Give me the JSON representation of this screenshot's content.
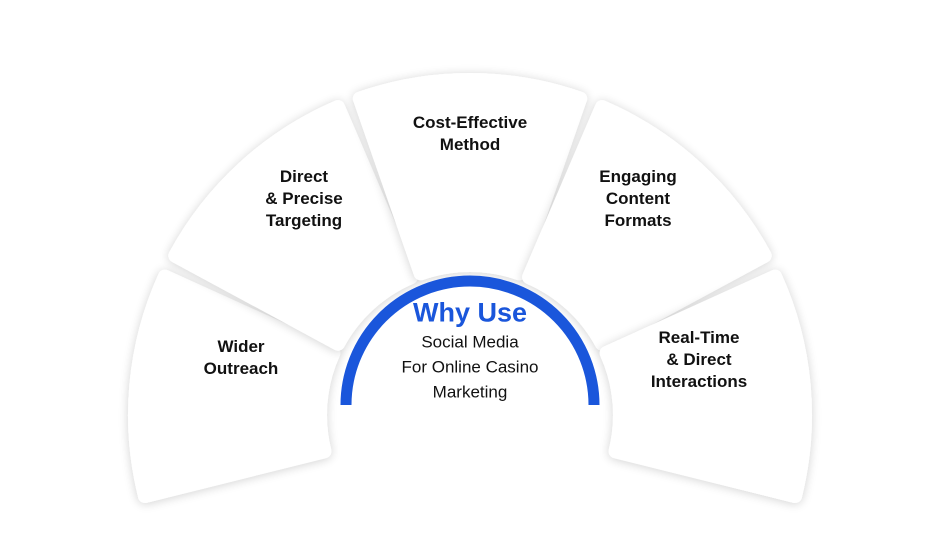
{
  "center": {
    "heading": "Why Use",
    "lines": [
      "Social Media",
      "For Online Casino",
      "Marketing"
    ]
  },
  "segments": [
    {
      "lines": [
        "Wider",
        "Outreach"
      ]
    },
    {
      "lines": [
        "Direct",
        "& Precise",
        "Targeting"
      ]
    },
    {
      "lines": [
        "Cost-Effective",
        "Method"
      ]
    },
    {
      "lines": [
        "Engaging",
        "Content",
        "Formats"
      ]
    },
    {
      "lines": [
        "Real-Time",
        "& Direct",
        "Interactions"
      ]
    }
  ],
  "colors": {
    "accent": "#1a56db",
    "segment": "#ffffff",
    "shadow": "#e6e6e6"
  }
}
